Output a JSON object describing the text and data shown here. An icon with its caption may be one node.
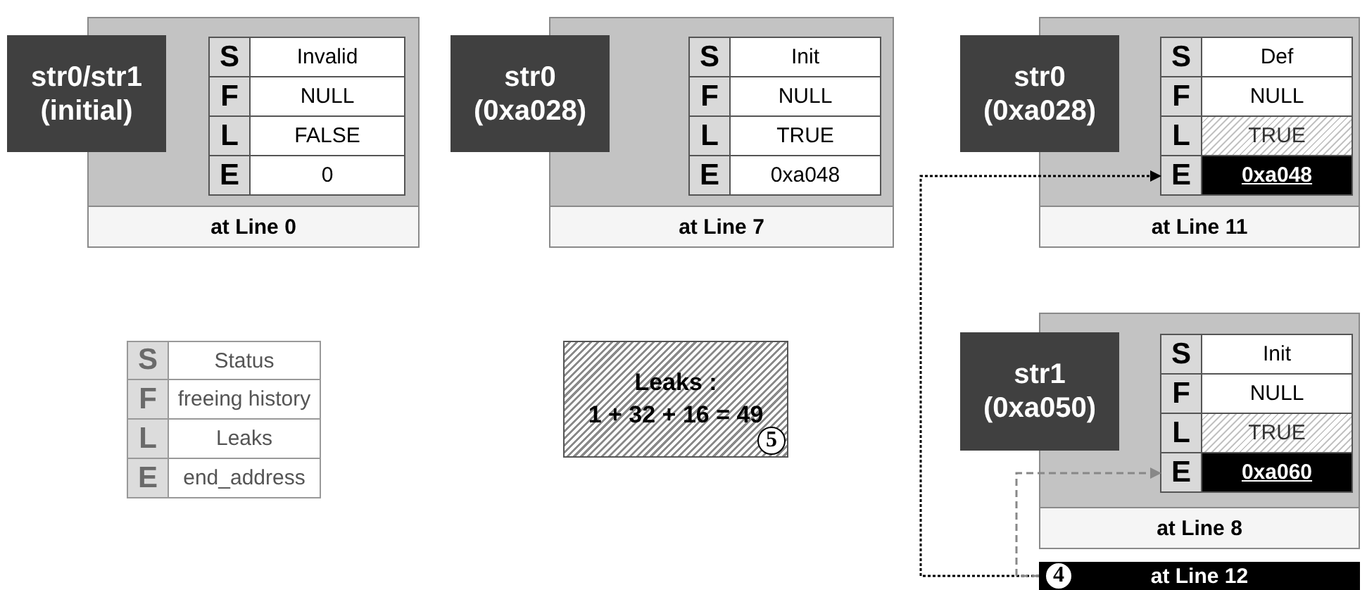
{
  "diagram": {
    "nodes": [
      {
        "text": [
          "at Line 0"
        ]
      },
      {
        "text": [
          "str0/str1 (initial)"
        ]
      },
      {
        "text": [
          "S",
          "Invalid"
        ],
        "in": 0
      },
      {
        "text": [
          "F",
          "NULL"
        ],
        "in": 0
      },
      {
        "text": [
          "L",
          "FALSE"
        ],
        "in": 0
      },
      {
        "text": [
          "E",
          "0"
        ],
        "in": 0
      },
      {
        "text": [
          "at Line 7"
        ]
      },
      {
        "text": [
          "str0 (0xa028)"
        ]
      },
      {
        "text": [
          "S",
          "Init"
        ],
        "in": 6
      },
      {
        "text": [
          "F",
          "NULL"
        ],
        "in": 6
      },
      {
        "text": [
          "L",
          "TRUE"
        ],
        "in": 6
      },
      {
        "text": [
          "E",
          "0xa048"
        ],
        "in": 6
      },
      {
        "text": [
          "at Line 11"
        ]
      },
      {
        "text": [
          "str0 (0xa028)"
        ]
      },
      {
        "text": [
          "S",
          "Def"
        ],
        "in": 12
      },
      {
        "text": [
          "F",
          "NULL"
        ],
        "in": 12
      },
      {
        "text": [
          "L",
          "TRUE"
        ],
        "in": 12
      },
      {
        "text": [
          "E",
          "0xa048"
        ],
        "in": 12
      },
      {
        "text": [
          "Leaks :",
          "1 + 32 + 16 = 49",
          "5"
        ]
      },
      {
        "text": [
          "at Line 8"
        ]
      },
      {
        "text": [
          "str1 (0xa050)"
        ]
      },
      {
        "text": [
          "S",
          "Init"
        ],
        "in": 19
      },
      {
        "text": [
          "F",
          "NULL"
        ],
        "in": 19
      },
      {
        "text": [
          "L",
          "TRUE"
        ],
        "in": 19
      },
      {
        "text": [
          "E",
          "0xa060"
        ],
        "in": 19
      },
      {
        "text": [
          "4",
          "at Line 12"
        ]
      }
    ],
    "edges": [
      {
        "from": 25,
        "to": 17,
        "arrow": "to",
        "style": "dashed"
      },
      {
        "from": 25,
        "to": 24,
        "arrow": "to",
        "style": "dashed",
        "color": "#888888"
      }
    ],
    "labels": [
      "S",
      "Status",
      "F",
      "freeing history",
      "L",
      "Leaks",
      "E",
      "end_address"
    ]
  }
}
